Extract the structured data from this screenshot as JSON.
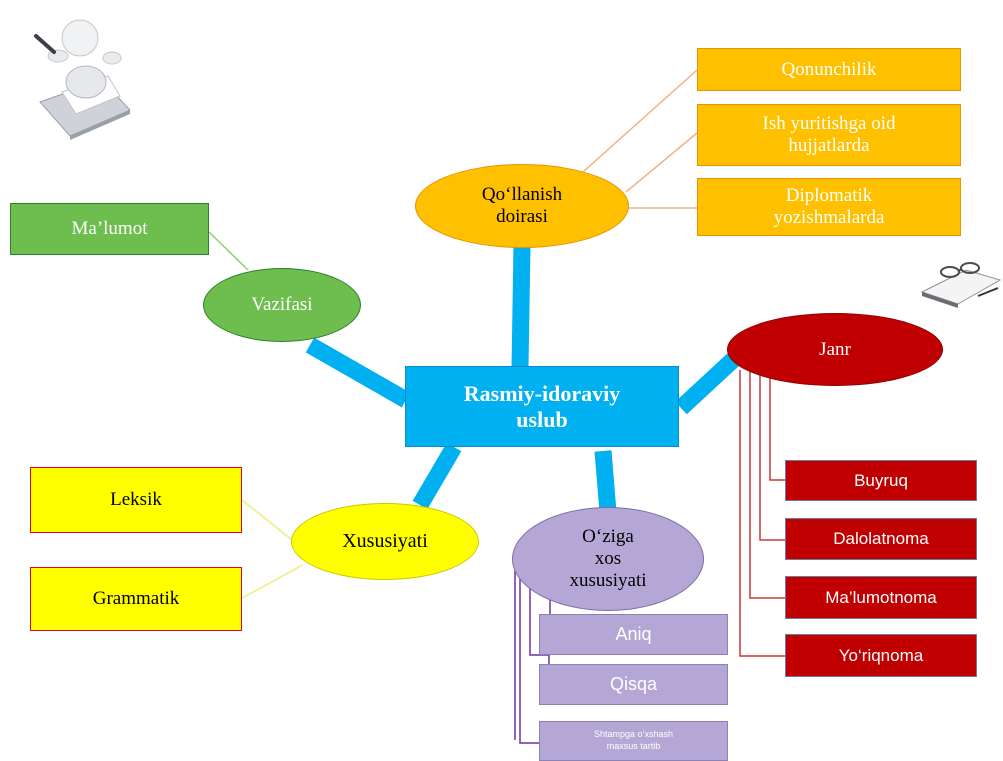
{
  "center": {
    "line1": "Rasmiy-idoraviy",
    "line2": "uslub"
  },
  "qollanish": {
    "label_line1": "Qo‘llanish",
    "label_line2": "doirasi",
    "items": [
      {
        "line1": "Qonunchilik",
        "line2": ""
      },
      {
        "line1": "Ish yuritishga oid",
        "line2": "hujjatlarda"
      },
      {
        "line1": "Diplomatik",
        "line2": "yozishmalarda"
      }
    ]
  },
  "vazifasi": {
    "label": "Vazifasi",
    "item": "Ma’lumot"
  },
  "janr": {
    "label": "Janr",
    "items": [
      "Buyruq",
      "Dalolatnoma",
      "Ma’lumotnoma",
      "Yo‘riqnoma"
    ]
  },
  "xususiyati": {
    "label": "Xususiyati",
    "items": [
      "Leksik",
      "Grammatik"
    ]
  },
  "oziga_xos": {
    "label_line1": "O‘ziga",
    "label_line2": "xos",
    "label_line3": "xususiyati",
    "items": [
      "Aniq",
      "Qisqa",
      "Shtampga o‘xshash",
      "maxsus tartib"
    ]
  },
  "icons": [
    "thinking-person-icon",
    "papers-with-glasses-icon"
  ],
  "colors": {
    "center": "#00B0F0",
    "orange": "#FFC000",
    "green": "#6DBE4F",
    "red": "#C00000",
    "yellow": "#FFFF00",
    "lavender": "#B4A7D6"
  }
}
